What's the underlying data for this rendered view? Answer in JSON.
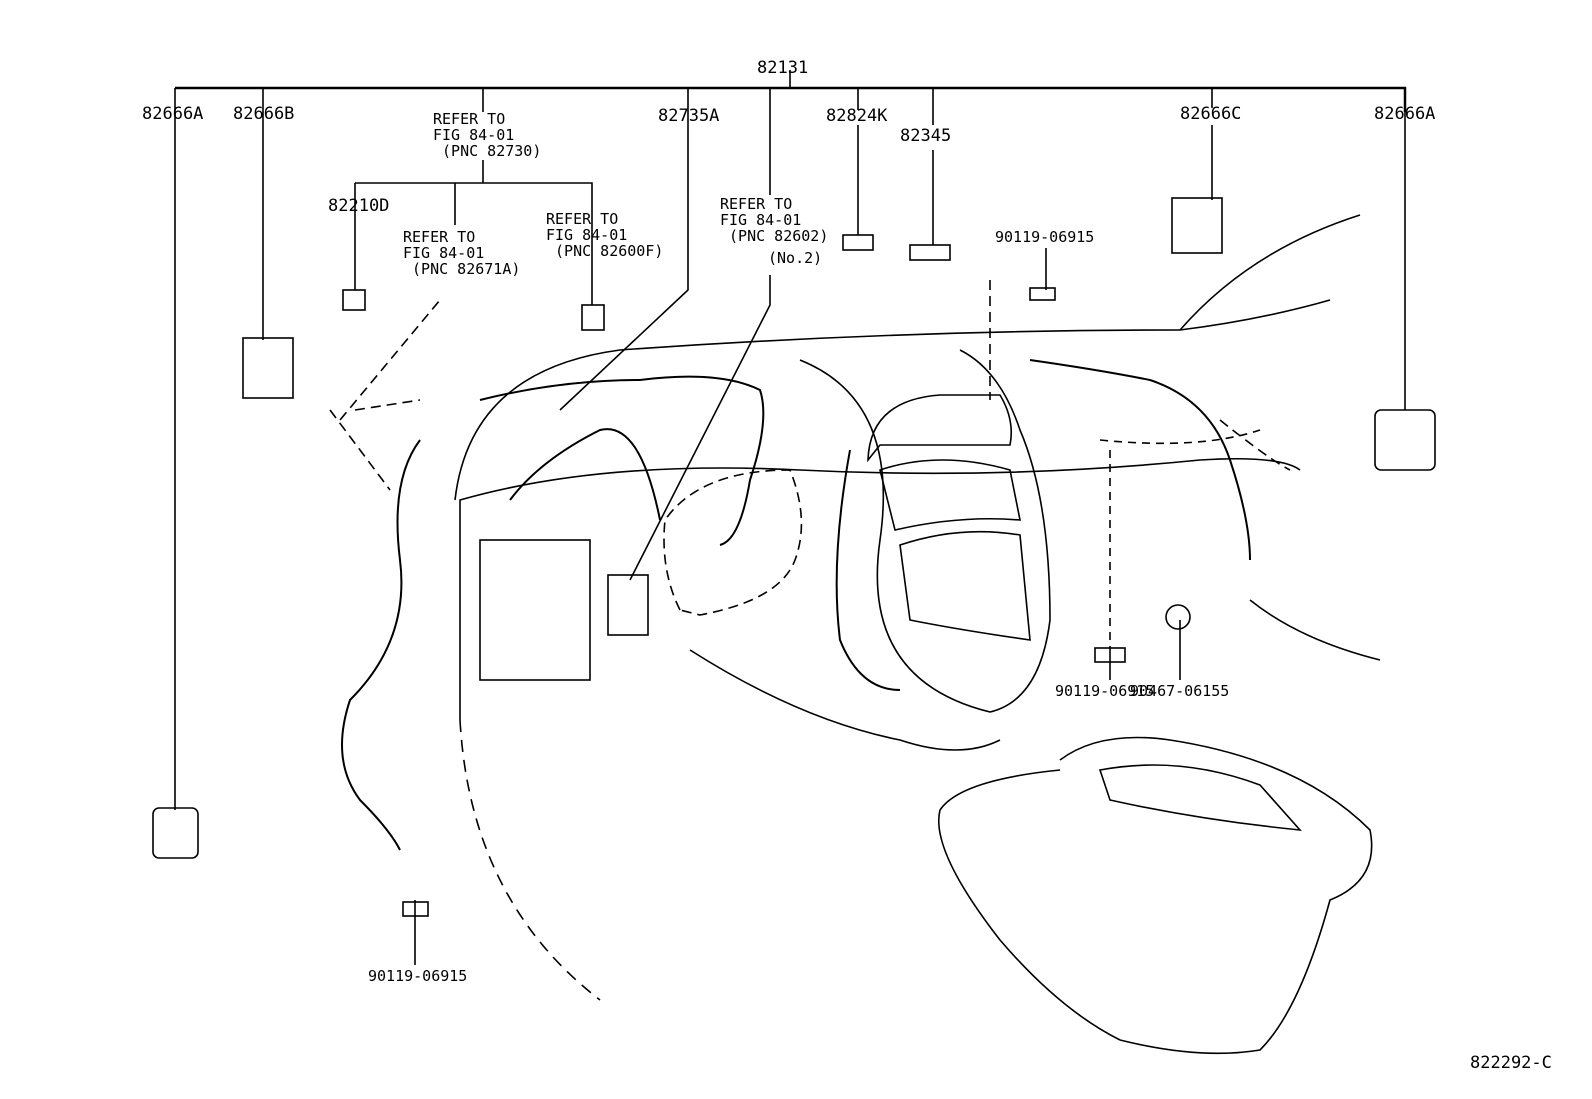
{
  "main_part": "82131",
  "parts": {
    "p82666A_left": "82666A",
    "p82666B": "82666B",
    "p82735A": "82735A",
    "p82824K": "82824K",
    "p82345": "82345",
    "p82666C": "82666C",
    "p82666A_right": "82666A",
    "p82210D": "82210D",
    "bolt_top": "90119-06915",
    "bolt_mid": "90119-06915",
    "bolt_bottom": "90119-06915",
    "clip": "90467-06155"
  },
  "references": {
    "ref_82730": {
      "l1": "REFER TO",
      "l2": "FIG 84-01",
      "l3": " (PNC 82730)"
    },
    "ref_82671A": {
      "l1": "REFER TO",
      "l2": "FIG 84-01",
      "l3": " (PNC 82671A)"
    },
    "ref_82600F": {
      "l1": "REFER TO",
      "l2": "FIG 84-01",
      "l3": " (PNC 82600F)"
    },
    "ref_82602": {
      "l1": "REFER TO",
      "l2": "FIG 84-01",
      "l3": " (PNC 82602)",
      "l4": "(No.2)"
    }
  },
  "figure_id": "822292-C"
}
